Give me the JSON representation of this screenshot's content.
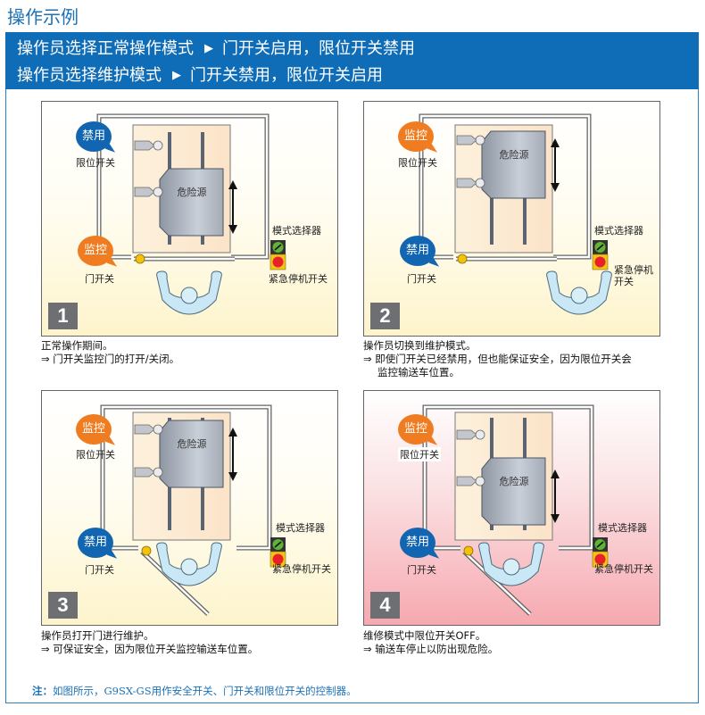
{
  "page_title": "操作示例",
  "header": {
    "rows": [
      {
        "condition": "操作员选择正常操作模式",
        "arrow": "▶",
        "result": "门开关启用，限位开关禁用"
      },
      {
        "condition": "操作员选择维护模式",
        "arrow": "▶",
        "result": "门开关禁用，限位开关启用"
      }
    ]
  },
  "common_labels": {
    "hazard": "危险源",
    "limit_switch": "限位开关",
    "door_switch": "门开关",
    "mode_selector": "模式选择器",
    "emergency_stop": "紧急停机开关",
    "emergency_stop_line1": "紧急停机",
    "emergency_stop_line2": "开关"
  },
  "status_labels": {
    "disabled": "禁用",
    "monitoring": "监控"
  },
  "colors": {
    "brand_blue": "#0f6cb6",
    "disabled_bubble": "#1266b1",
    "monitor_bubble": "#f07c22",
    "stop_red": "#e8202a",
    "selector_green": "#5fb336"
  },
  "panels": [
    {
      "number": "1",
      "limit_switch_status": "禁用",
      "door_switch_status": "监控",
      "door_state": "closed",
      "hazard_position": "lower",
      "operator_position": "outside-front",
      "background": "normal",
      "caption": [
        "正常操作期间。",
        "⇒ 门开关监控门的打开/关闭。"
      ]
    },
    {
      "number": "2",
      "limit_switch_status": "监控",
      "door_switch_status": "禁用",
      "door_state": "closed",
      "hazard_position": "upper",
      "operator_position": "outside-right",
      "background": "normal",
      "caption": [
        "操作员切换到维护模式。",
        "⇒ 即使门开关已经禁用，但也能保证安全，因为限位开关会",
        "监控输送车位置。"
      ]
    },
    {
      "number": "3",
      "limit_switch_status": "监控",
      "door_switch_status": "禁用",
      "door_state": "open",
      "hazard_position": "upper",
      "operator_position": "inside",
      "background": "normal",
      "caption": [
        "操作员打开门进行维护。",
        "⇒ 可保证安全，因为限位开关监控输送车位置。"
      ]
    },
    {
      "number": "4",
      "limit_switch_status": "监控",
      "door_switch_status": "禁用",
      "door_state": "open",
      "hazard_position": "lower",
      "operator_position": "inside",
      "background": "danger",
      "caption": [
        "维修模式中限位开关OFF。",
        "⇒ 输送车停止以防出现危险。"
      ]
    }
  ],
  "note": {
    "prefix": "注：",
    "text": "如图所示，G9SX-GS用作安全开关、门开关和限位开关的控制器。"
  }
}
